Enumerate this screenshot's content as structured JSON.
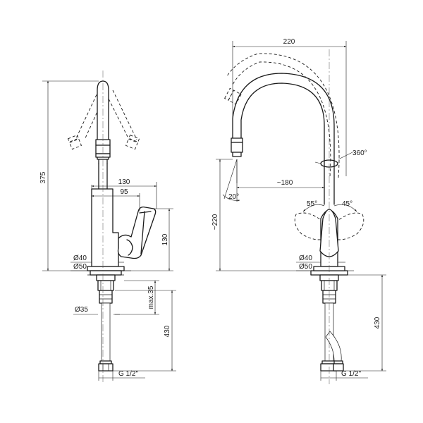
{
  "left_view": {
    "dim_height_total": "375",
    "dim_width_130": "130",
    "dim_width_95": "95",
    "dim_height_130": "130",
    "dim_body_diameter": "Ø40",
    "dim_base_diameter": "Ø50",
    "dim_shank_diameter": "Ø35",
    "dim_max_thickness": "max.35",
    "dim_hose_length": "430",
    "dim_hose_thread": "G 1/2\""
  },
  "right_view": {
    "dim_reach_width": "220",
    "dim_rotation": "360°",
    "dim_reach": "~180",
    "dim_spout_angle": "20°",
    "dim_lever_left_angle": "55°",
    "dim_lever_right_angle": "45°",
    "dim_spout_height": "~220",
    "dim_body_diameter": "Ø40",
    "dim_base_diameter": "Ø50",
    "dim_hose_length": "430",
    "dim_hose_thread": "G 1/2\""
  }
}
